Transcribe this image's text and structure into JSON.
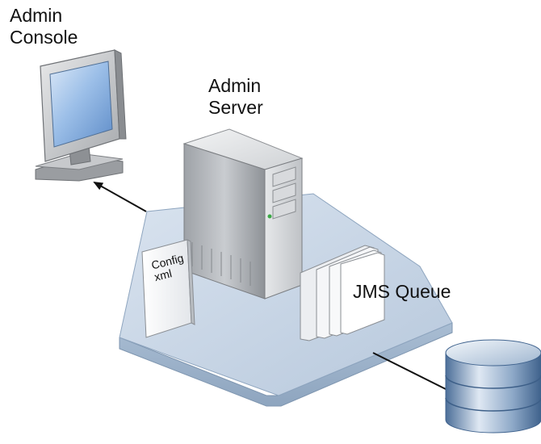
{
  "nodes": {
    "admin_console": {
      "line1": "Admin",
      "line2": "Console"
    },
    "admin_server": {
      "line1": "Admin",
      "line2": "Server"
    },
    "config_doc": {
      "line1": "Config",
      "line2": "xml"
    },
    "jms_queue": {
      "label": "JMS Queue"
    }
  },
  "colors": {
    "platform_top": "#c8d6e6",
    "platform_side": "#9cb2ca",
    "server_body": "#b9bcc0",
    "monitor_screen": "#8fb3e0",
    "database": "#7f9fc4",
    "connector": "#111111"
  },
  "icons": {
    "admin_console": "monitor-icon",
    "admin_server": "server-tower-icon",
    "config_doc": "document-icon",
    "jms_queue": "document-stack-icon",
    "database": "database-cylinder-icon"
  }
}
